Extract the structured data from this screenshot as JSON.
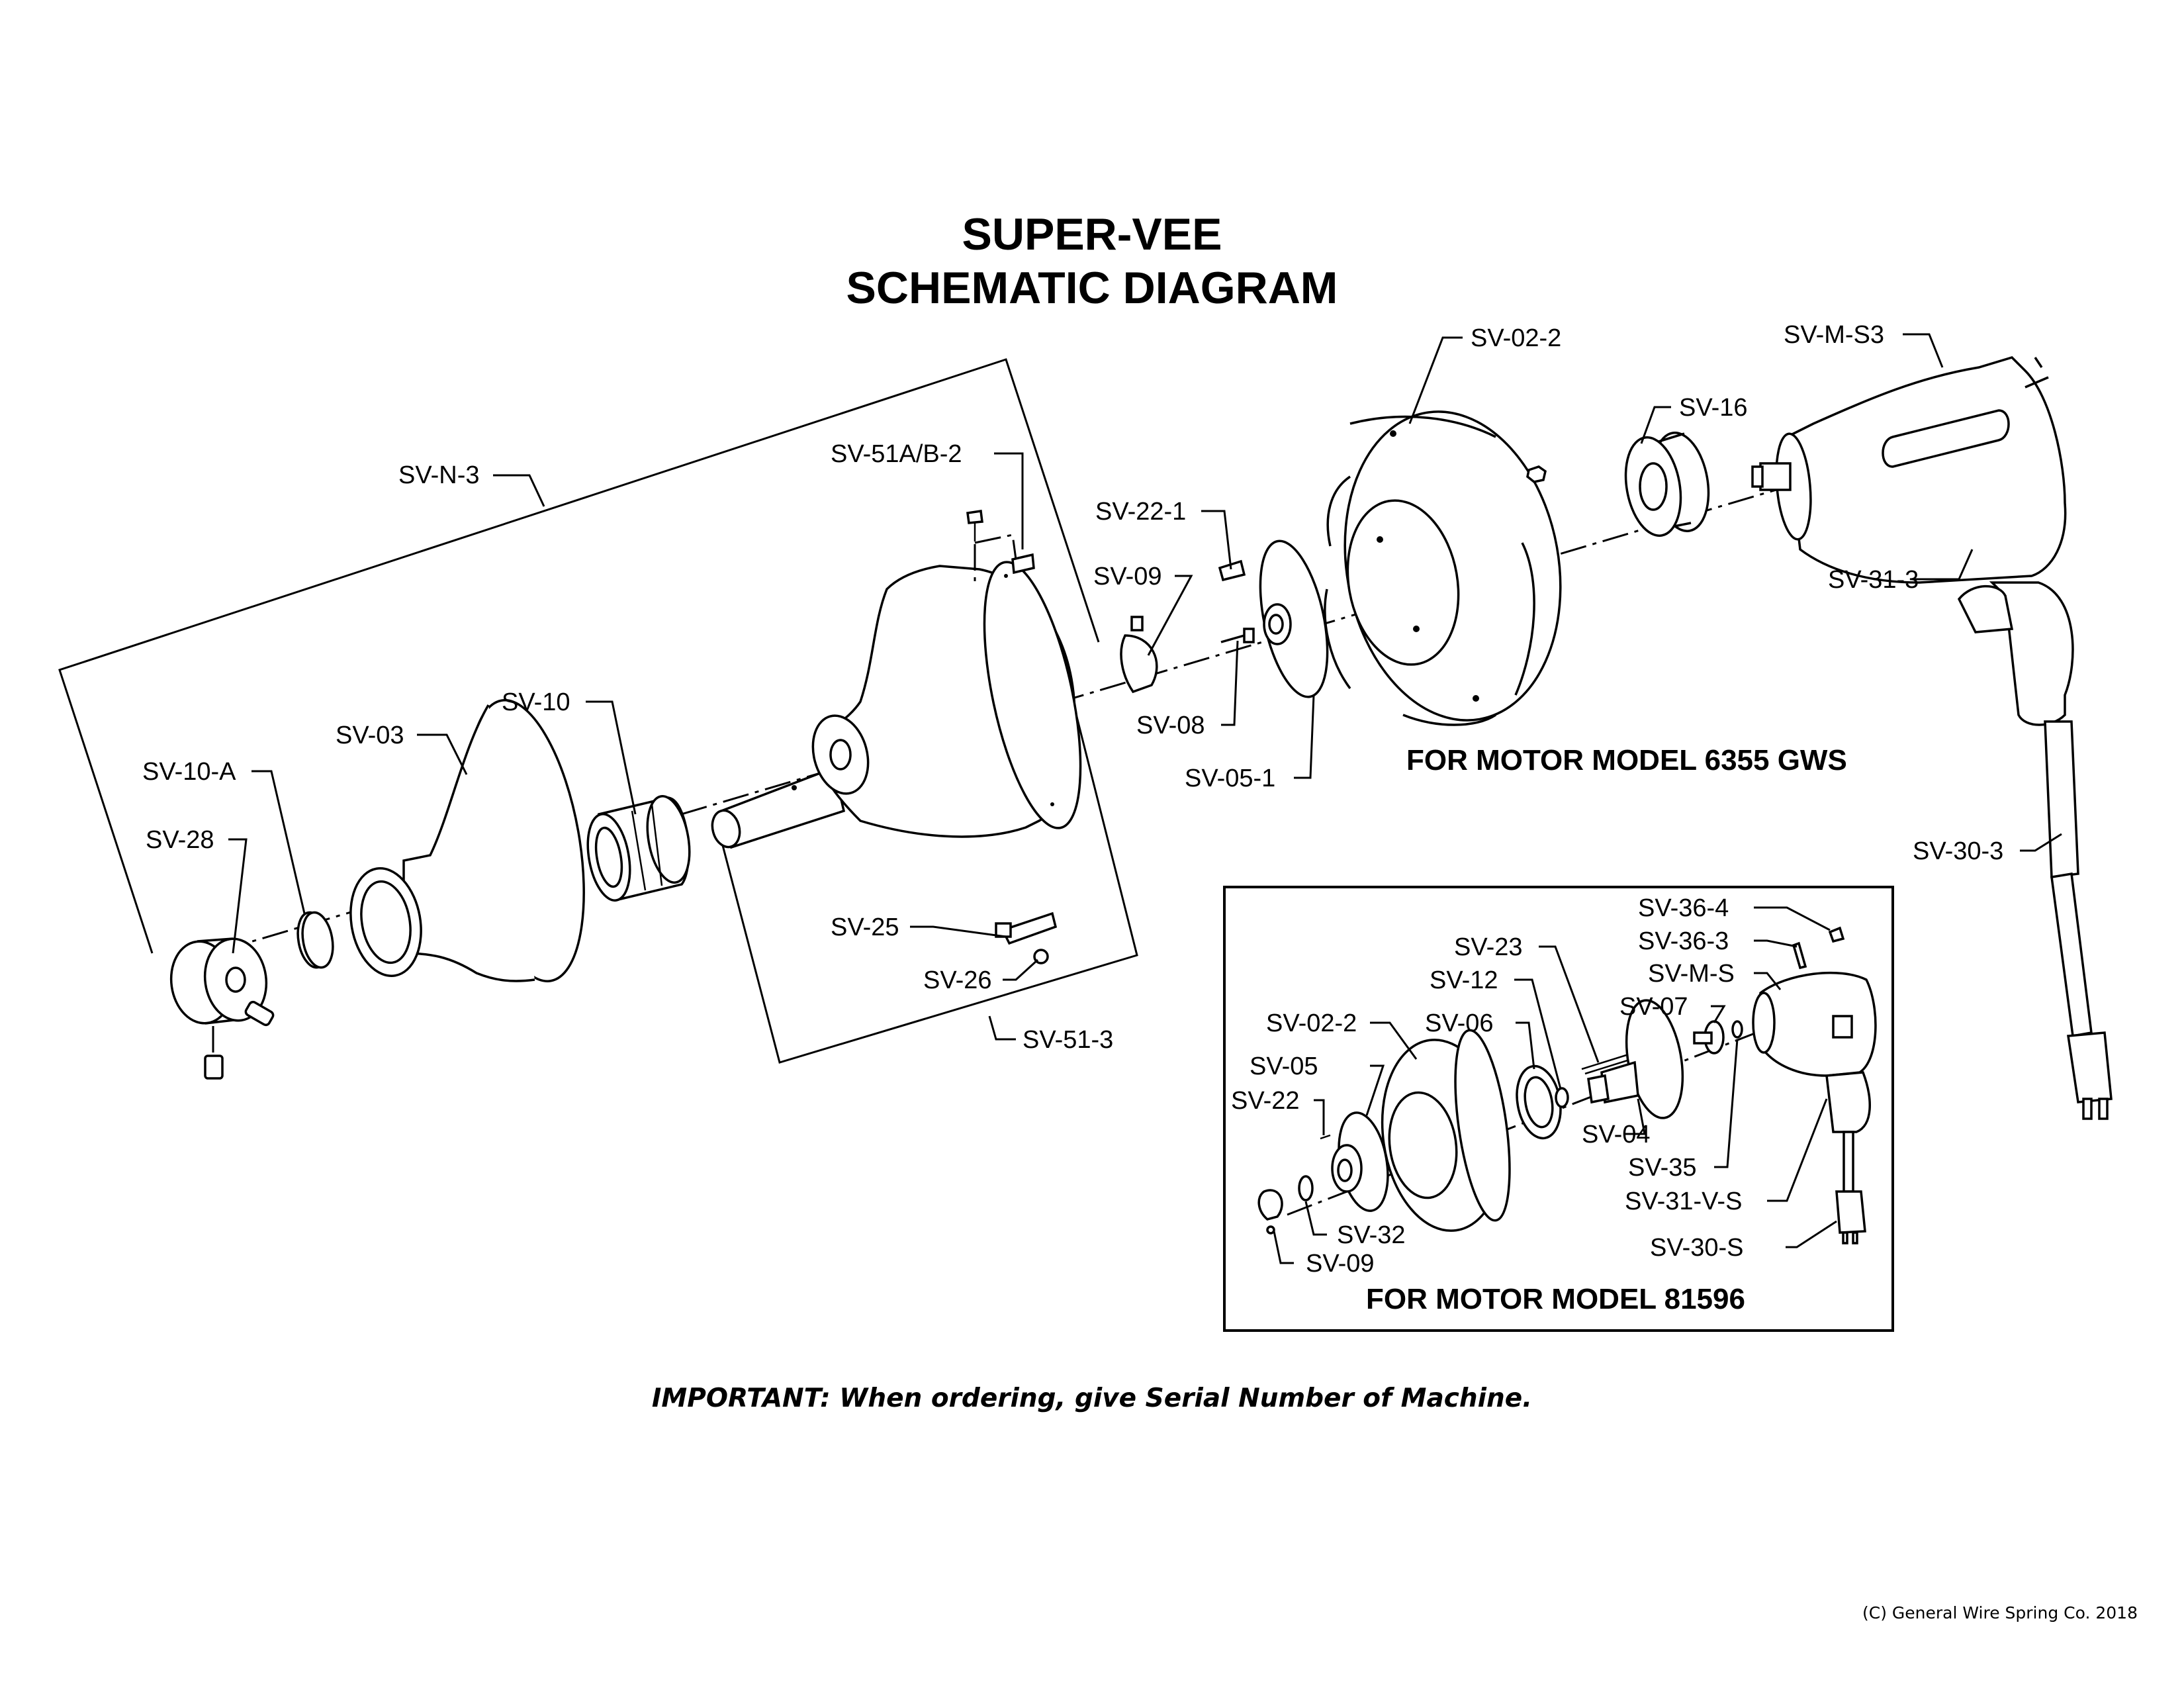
{
  "title": {
    "line1": "SUPER-VEE",
    "line2": "SCHEMATIC DIAGRAM"
  },
  "sections": {
    "gws": "FOR MOTOR MODEL 6355 GWS",
    "m81596": "FOR MOTOR MODEL 81596"
  },
  "note": "IMPORTANT: When ordering, give Serial Number of Machine.",
  "copyright": "(C) General Wire Spring Co. 2018",
  "labels": {
    "sv_n_3": "SV-N-3",
    "sv_51ab_2": "SV-51A/B-2",
    "sv_22_1": "SV-22-1",
    "sv_09_top": "SV-09",
    "sv_02_2_top": "SV-02-2",
    "sv_m_s3": "SV-M-S3",
    "sv_16": "SV-16",
    "sv_31_3": "SV-31-3",
    "sv_10": "SV-10",
    "sv_03": "SV-03",
    "sv_10_a": "SV-10-A",
    "sv_28": "SV-28",
    "sv_08": "SV-08",
    "sv_05_1": "SV-05-1",
    "sv_30_3": "SV-30-3",
    "sv_25": "SV-25",
    "sv_26": "SV-26",
    "sv_51_3": "SV-51-3",
    "sv_36_4": "SV-36-4",
    "sv_36_3": "SV-36-3",
    "sv_m_s": "SV-M-S",
    "sv_23": "SV-23",
    "sv_12": "SV-12",
    "sv_07": "SV-07",
    "sv_02_2_bot": "SV-02-2",
    "sv_06": "SV-06",
    "sv_05": "SV-05",
    "sv_22": "SV-22",
    "sv_04": "SV-04",
    "sv_35": "SV-35",
    "sv_31_v_s": "SV-31-V-S",
    "sv_32": "SV-32",
    "sv_30_s": "SV-30-S",
    "sv_09_bot": "SV-09"
  }
}
